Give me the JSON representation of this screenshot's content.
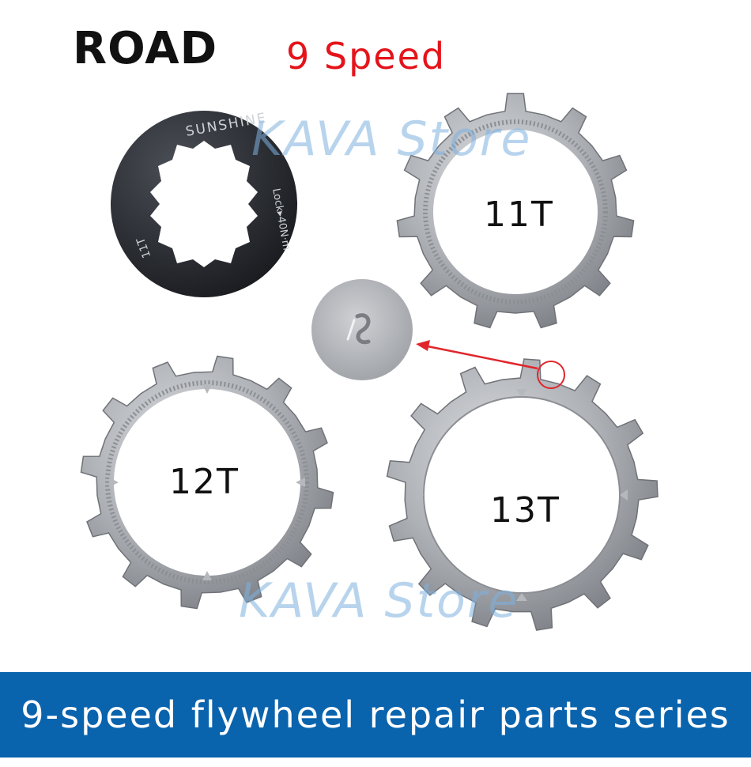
{
  "header": {
    "road_label": "ROAD",
    "speed_label": "9 Speed"
  },
  "watermark": "KAVA Store",
  "lockring": {
    "brand": "SUNSHINE",
    "torque": "Lock▸40N·m",
    "size": "11T"
  },
  "cogs": {
    "cog11": "11T",
    "cog12": "12T",
    "cog13": "13T"
  },
  "banner": {
    "text": "9-speed flywheel repair parts series"
  },
  "colors": {
    "speed_red": "#e4141b",
    "banner_blue": "#0a63ad",
    "banner_text": "#ffffff",
    "watermark": "#7fb1e0",
    "steel": "#a9acb1",
    "lockring": "#2a2d33",
    "arrow": "#e0262c",
    "text": "#111111"
  }
}
